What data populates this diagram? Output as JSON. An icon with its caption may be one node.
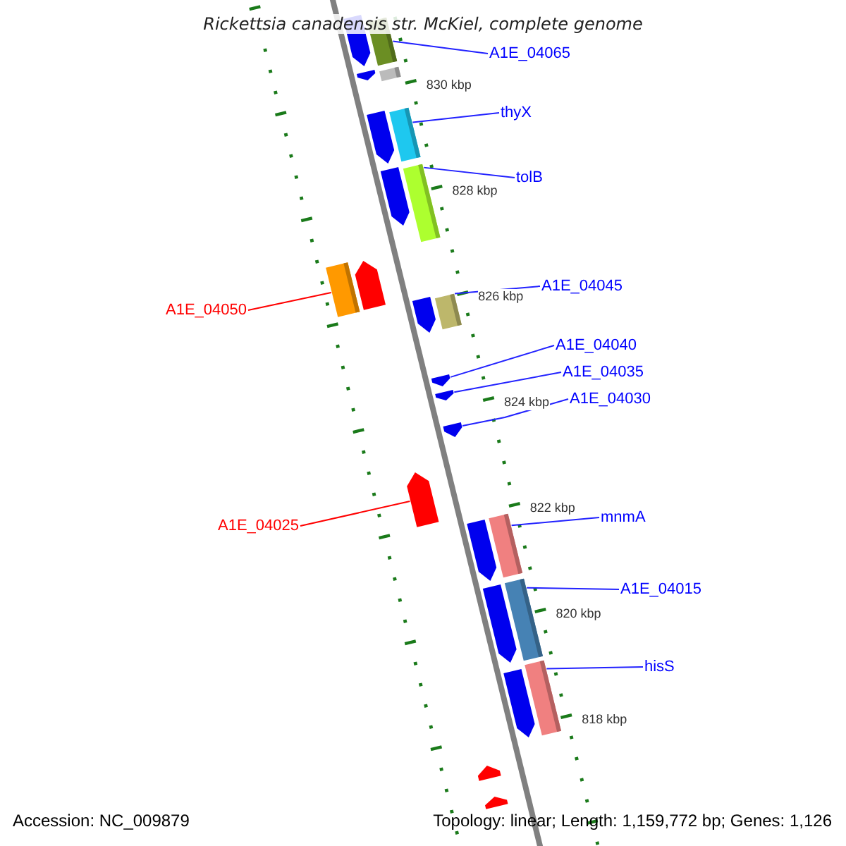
{
  "diagram": {
    "title": "Rickettsia canadensis str. McKiel, complete genome",
    "nodes": [
      {
        "text": [
          "A1E_04065"
        ]
      },
      {
        "text": [
          "thyX"
        ]
      },
      {
        "text": [
          "tolB"
        ]
      },
      {
        "text": [
          "A1E_04045"
        ]
      },
      {
        "text": [
          "A1E_04050"
        ]
      },
      {
        "text": [
          "A1E_04040"
        ]
      },
      {
        "text": [
          "A1E_04035"
        ]
      },
      {
        "text": [
          "A1E_04030"
        ]
      },
      {
        "text": [
          "mnmA"
        ]
      },
      {
        "text": [
          "A1E_04025"
        ]
      },
      {
        "text": [
          "A1E_04015"
        ]
      },
      {
        "text": [
          "hisS"
        ]
      },
      {
        "text": [],
        "shape": "pentagon"
      },
      {
        "text": [],
        "shape": "bar"
      },
      {
        "text": [],
        "shape": "pentagon"
      },
      {
        "text": [],
        "shape": "bar"
      },
      {
        "text": [],
        "shape": "pentagon"
      },
      {
        "text": [],
        "shape": "bar"
      },
      {
        "text": [],
        "shape": "pentagon"
      },
      {
        "text": [],
        "shape": "bar"
      },
      {
        "text": [],
        "shape": "bar"
      },
      {
        "text": [],
        "shape": "pentagon"
      },
      {
        "text": [],
        "shape": "pentagon"
      },
      {
        "text": [],
        "shape": "bar"
      },
      {
        "text": [],
        "shape": "pentagon"
      },
      {
        "text": [],
        "shape": "pentagon"
      },
      {
        "text": [],
        "shape": "pentagon"
      },
      {
        "text": [],
        "shape": "pentagon"
      },
      {
        "text": [],
        "shape": "pentagon"
      },
      {
        "text": [],
        "shape": "bar"
      },
      {
        "text": [],
        "shape": "pentagon"
      },
      {
        "text": [],
        "shape": "bar"
      },
      {
        "text": [],
        "shape": "pentagon"
      },
      {
        "text": [],
        "shape": "bar"
      },
      {
        "text": [],
        "shape": "pentagon"
      },
      {
        "text": [],
        "shape": "pentagon"
      }
    ],
    "edges": [
      {
        "from": 0,
        "to": 13,
        "arrow": "none"
      },
      {
        "from": 1,
        "to": 17,
        "arrow": "none"
      },
      {
        "from": 2,
        "to": 19,
        "arrow": "none"
      },
      {
        "from": 3,
        "to": 23,
        "arrow": "none"
      },
      {
        "from": 4,
        "to": 20,
        "arrow": "none",
        "color": "#ff0000"
      },
      {
        "from": 5,
        "to": 24,
        "arrow": "none"
      },
      {
        "from": 6,
        "to": 25,
        "arrow": "none"
      },
      {
        "from": 7,
        "to": 26,
        "arrow": "none"
      },
      {
        "from": 8,
        "to": 29,
        "arrow": "none"
      },
      {
        "from": 9,
        "to": 27,
        "arrow": "none",
        "color": "#ff0000"
      },
      {
        "from": 10,
        "to": 31,
        "arrow": "none"
      },
      {
        "from": 11,
        "to": 33,
        "arrow": "none"
      }
    ],
    "labels": [
      "830 kbp",
      "828 kbp",
      "826 kbp",
      "824 kbp",
      "822 kbp",
      "820 kbp",
      "818 kbp",
      "Accession: NC_009879",
      "Topology: linear; Length: 1,159,772 bp; Genes: 1,126"
    ]
  }
}
